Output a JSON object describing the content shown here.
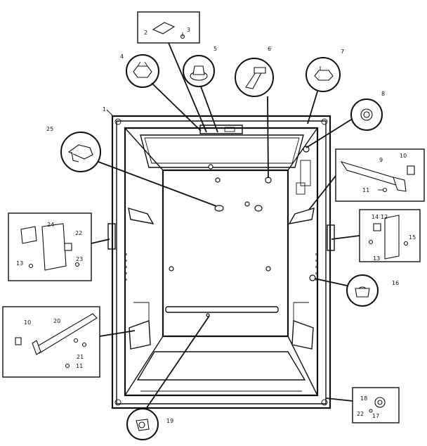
{
  "callouts": {
    "c1": "1",
    "c2": "2",
    "c3": "3",
    "c4": "4",
    "c5": "5",
    "c6": "6",
    "c7": "7",
    "c8": "8",
    "c9": "9",
    "c10a": "10",
    "c10b": "10",
    "c11a": "11",
    "c11b": "11",
    "c12": "12",
    "c13a": "13",
    "c13b": "13",
    "c14": "14",
    "c15": "15",
    "c16": "16",
    "c17": "17",
    "c18": "18",
    "c19": "19",
    "c20": "20",
    "c21": "21",
    "c22": "22",
    "c23": "23",
    "c24": "24",
    "c25": "25"
  }
}
